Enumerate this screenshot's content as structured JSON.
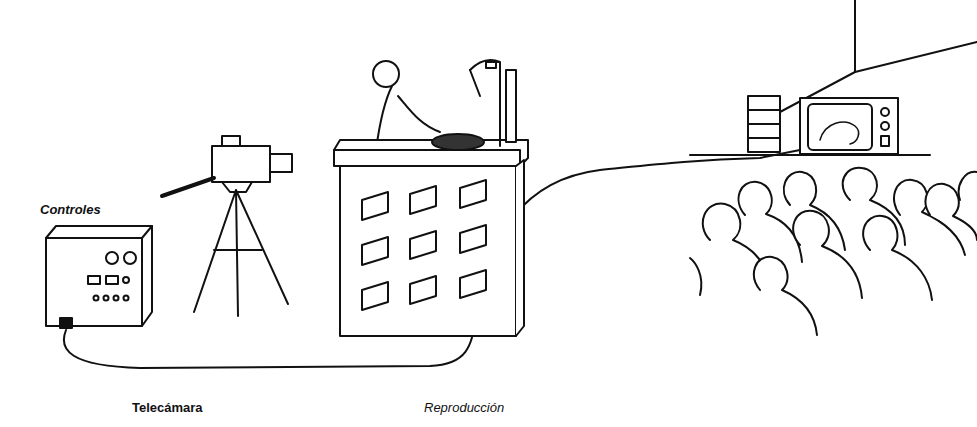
{
  "diagram": {
    "labels": [
      "Controles",
      "Telecámara",
      "Reproducción"
    ]
  }
}
